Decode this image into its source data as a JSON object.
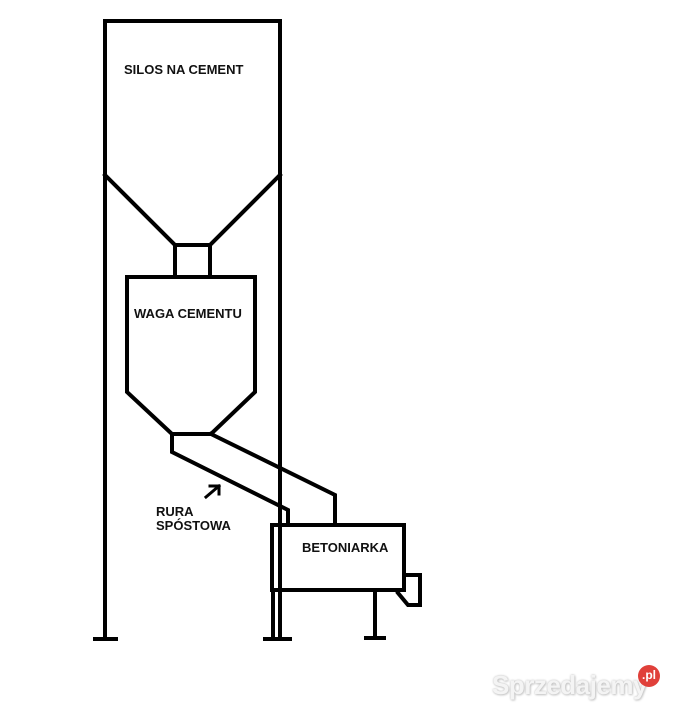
{
  "labels": {
    "silo": "SILOS NA CEMENT",
    "scale": "WAGA CEMENTU",
    "chute_line1": "RURA",
    "chute_line2": "SPÓSTOWA",
    "mixer": "BETONIARKA"
  },
  "watermark": {
    "text": "Sprzedajemy",
    "badge": ".pl"
  },
  "colors": {
    "stroke": "#000000",
    "background": "#ffffff",
    "badge": "#e0403a"
  }
}
